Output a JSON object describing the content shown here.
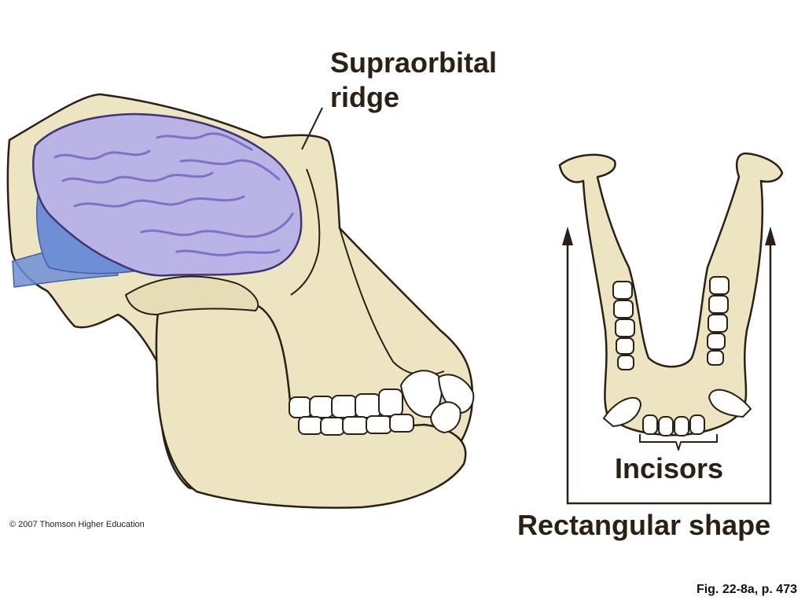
{
  "labels": {
    "supraorbital_line1": "Supraorbital",
    "supraorbital_line2": "ridge",
    "incisors": "Incisors",
    "shape": "Rectangular shape"
  },
  "credit": "© 2007 Thomson Higher Education",
  "figure_ref": "Fig. 22-8a, p. 473",
  "colors": {
    "bone": "#ede5c2",
    "brain": "#b9b3e6",
    "muscle": "#6e8fd6",
    "teeth": "#ffffff",
    "outline": "#2b2014"
  }
}
